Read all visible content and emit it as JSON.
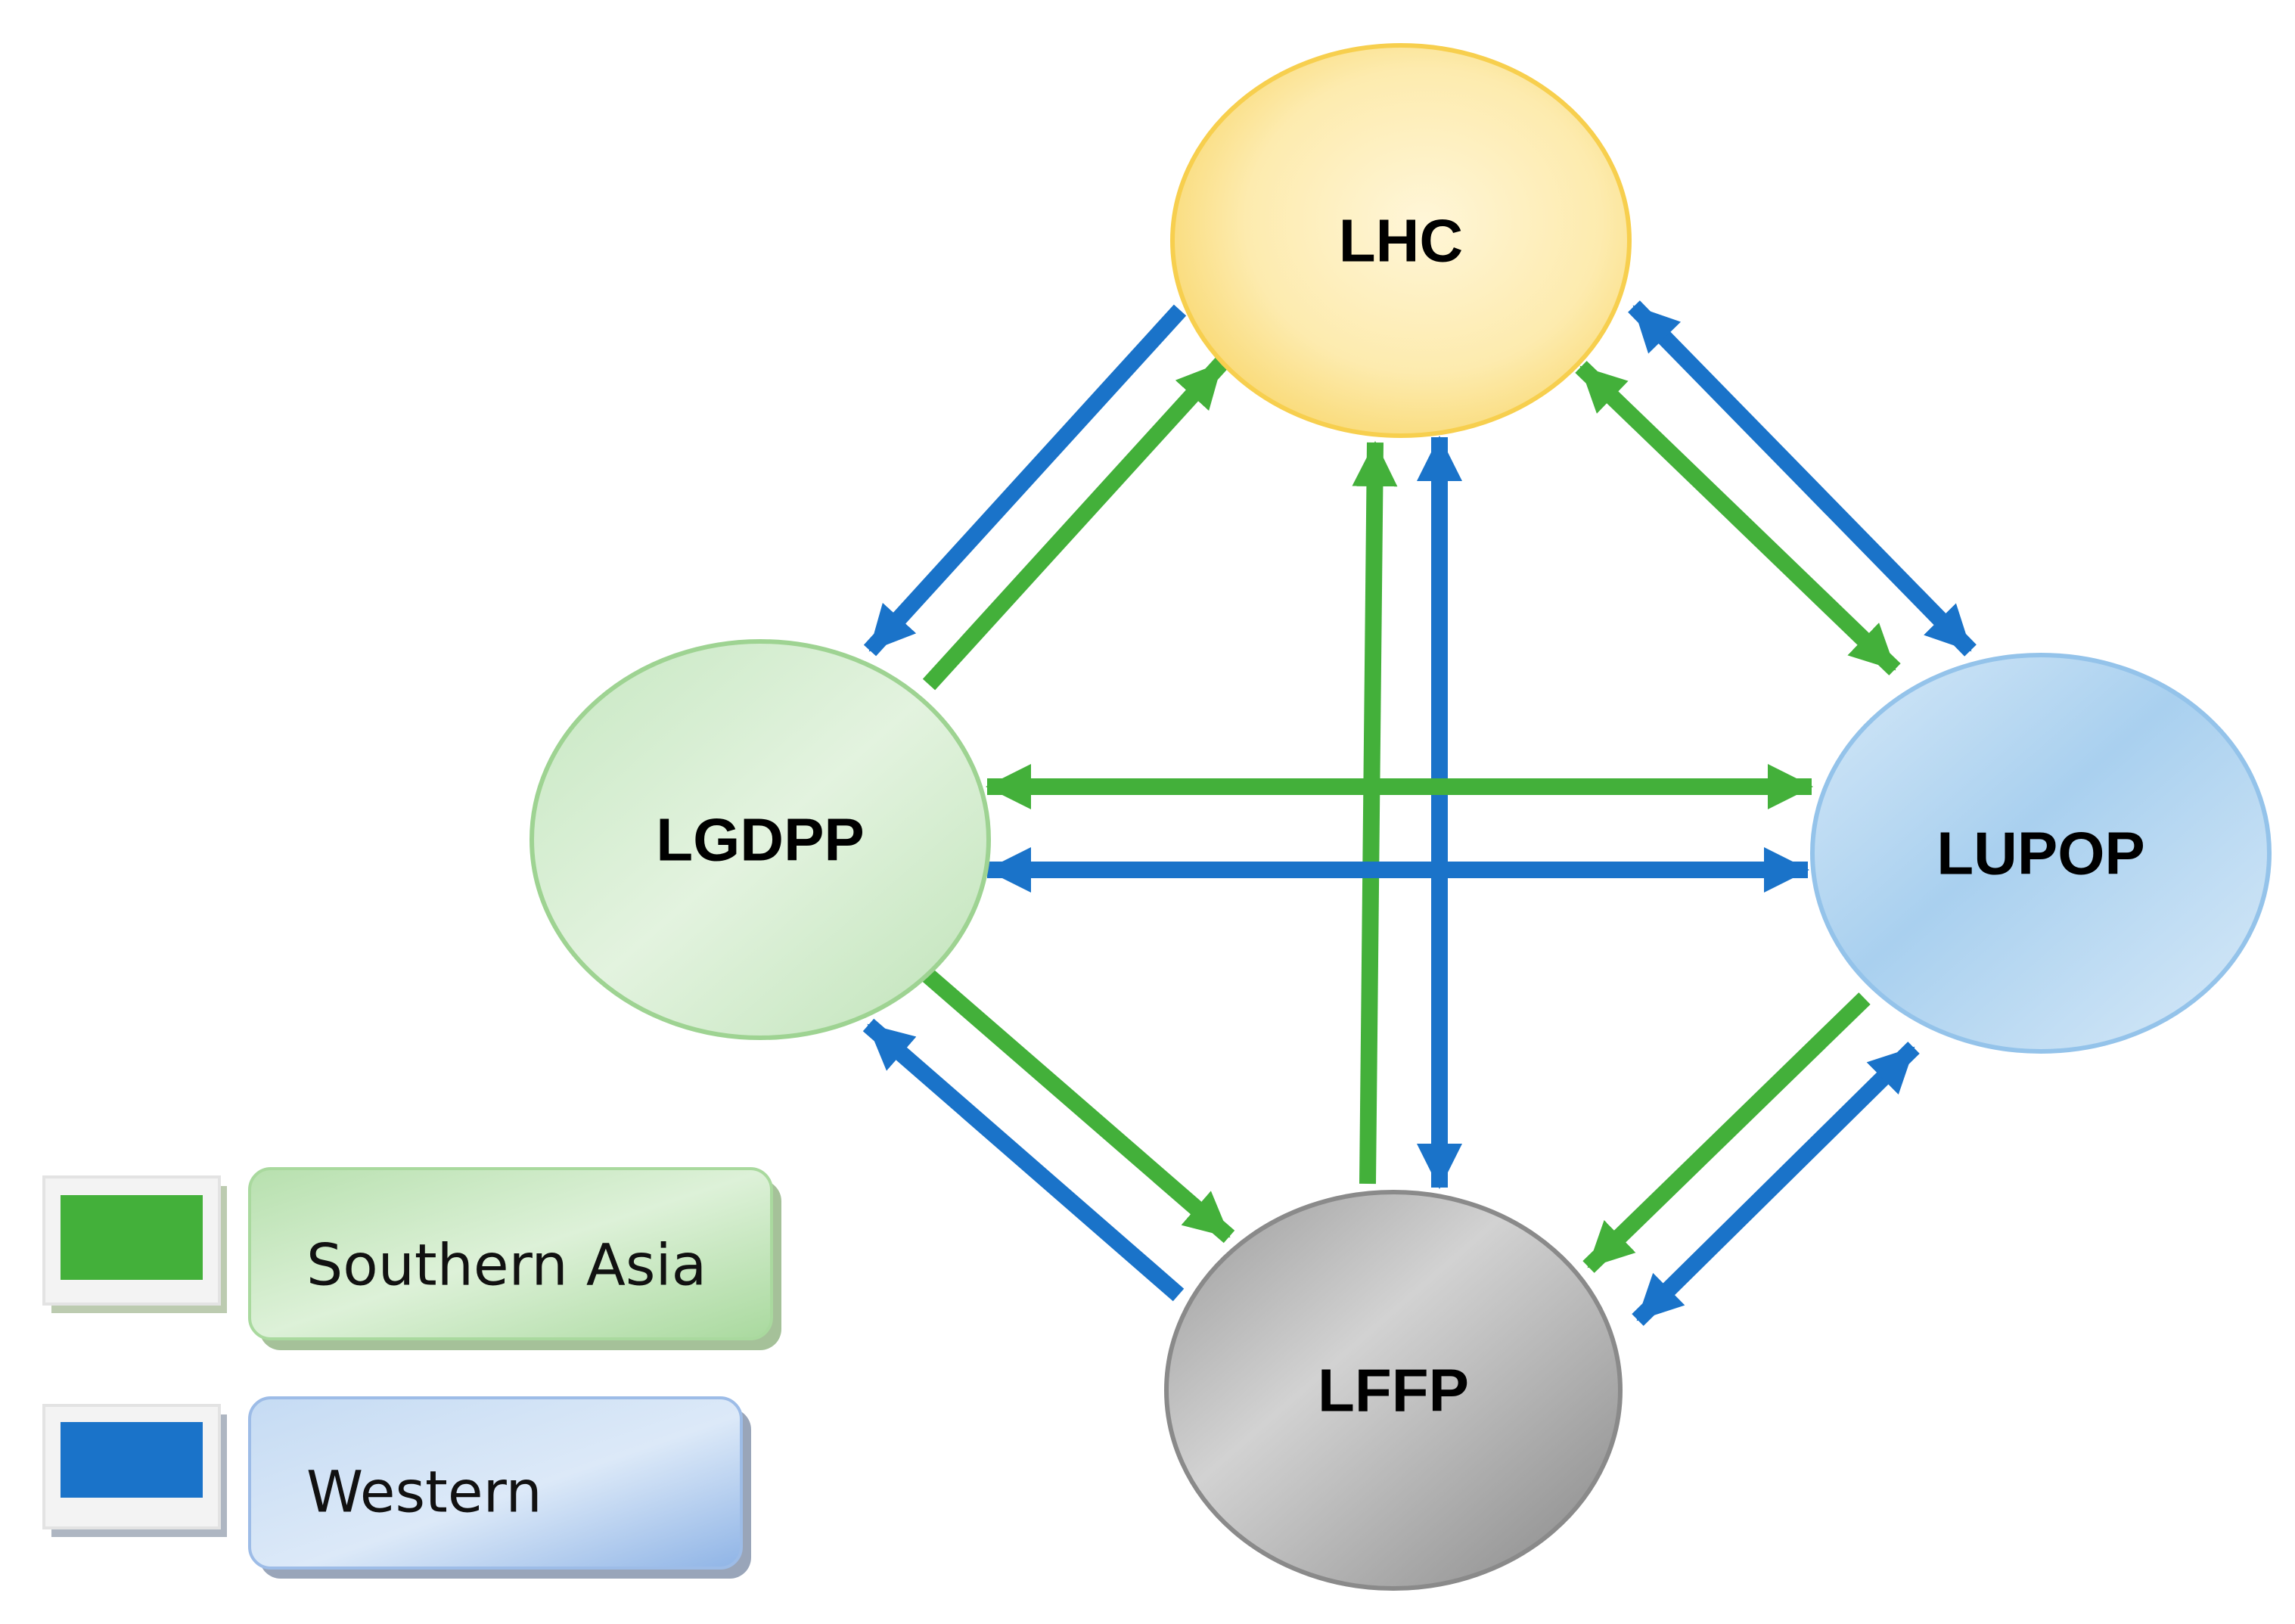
{
  "nodes": {
    "lhc": {
      "label": "LHC"
    },
    "lgdpp": {
      "label": "LGDPP"
    },
    "lupop": {
      "label": "LUPOP"
    },
    "lffp": {
      "label": "LFFP"
    }
  },
  "legend": {
    "southern": {
      "label": "Southern Asia",
      "color": "#43B03A"
    },
    "western": {
      "label": "Western",
      "color": "#1A73C9"
    }
  },
  "edges": [
    {
      "group": "western",
      "from": "lhc",
      "to": "lgdpp",
      "bidirectional": false
    },
    {
      "group": "southern",
      "from": "lgdpp",
      "to": "lhc",
      "bidirectional": false
    },
    {
      "group": "western",
      "from": "lhc",
      "to": "lupop",
      "bidirectional": true
    },
    {
      "group": "southern",
      "from": "lhc",
      "to": "lupop",
      "bidirectional": true
    },
    {
      "group": "southern",
      "from": "lffp",
      "to": "lhc",
      "bidirectional": false
    },
    {
      "group": "western",
      "from": "lhc",
      "to": "lffp",
      "bidirectional": true
    },
    {
      "group": "southern",
      "from": "lgdpp",
      "to": "lupop",
      "bidirectional": true
    },
    {
      "group": "western",
      "from": "lgdpp",
      "to": "lupop",
      "bidirectional": true
    },
    {
      "group": "southern",
      "from": "lgdpp",
      "to": "lffp",
      "bidirectional": false
    },
    {
      "group": "western",
      "from": "lffp",
      "to": "lgdpp",
      "bidirectional": false
    },
    {
      "group": "southern",
      "from": "lupop",
      "to": "lffp",
      "bidirectional": false
    },
    {
      "group": "western",
      "from": "lffp",
      "to": "lupop",
      "bidirectional": true
    }
  ]
}
